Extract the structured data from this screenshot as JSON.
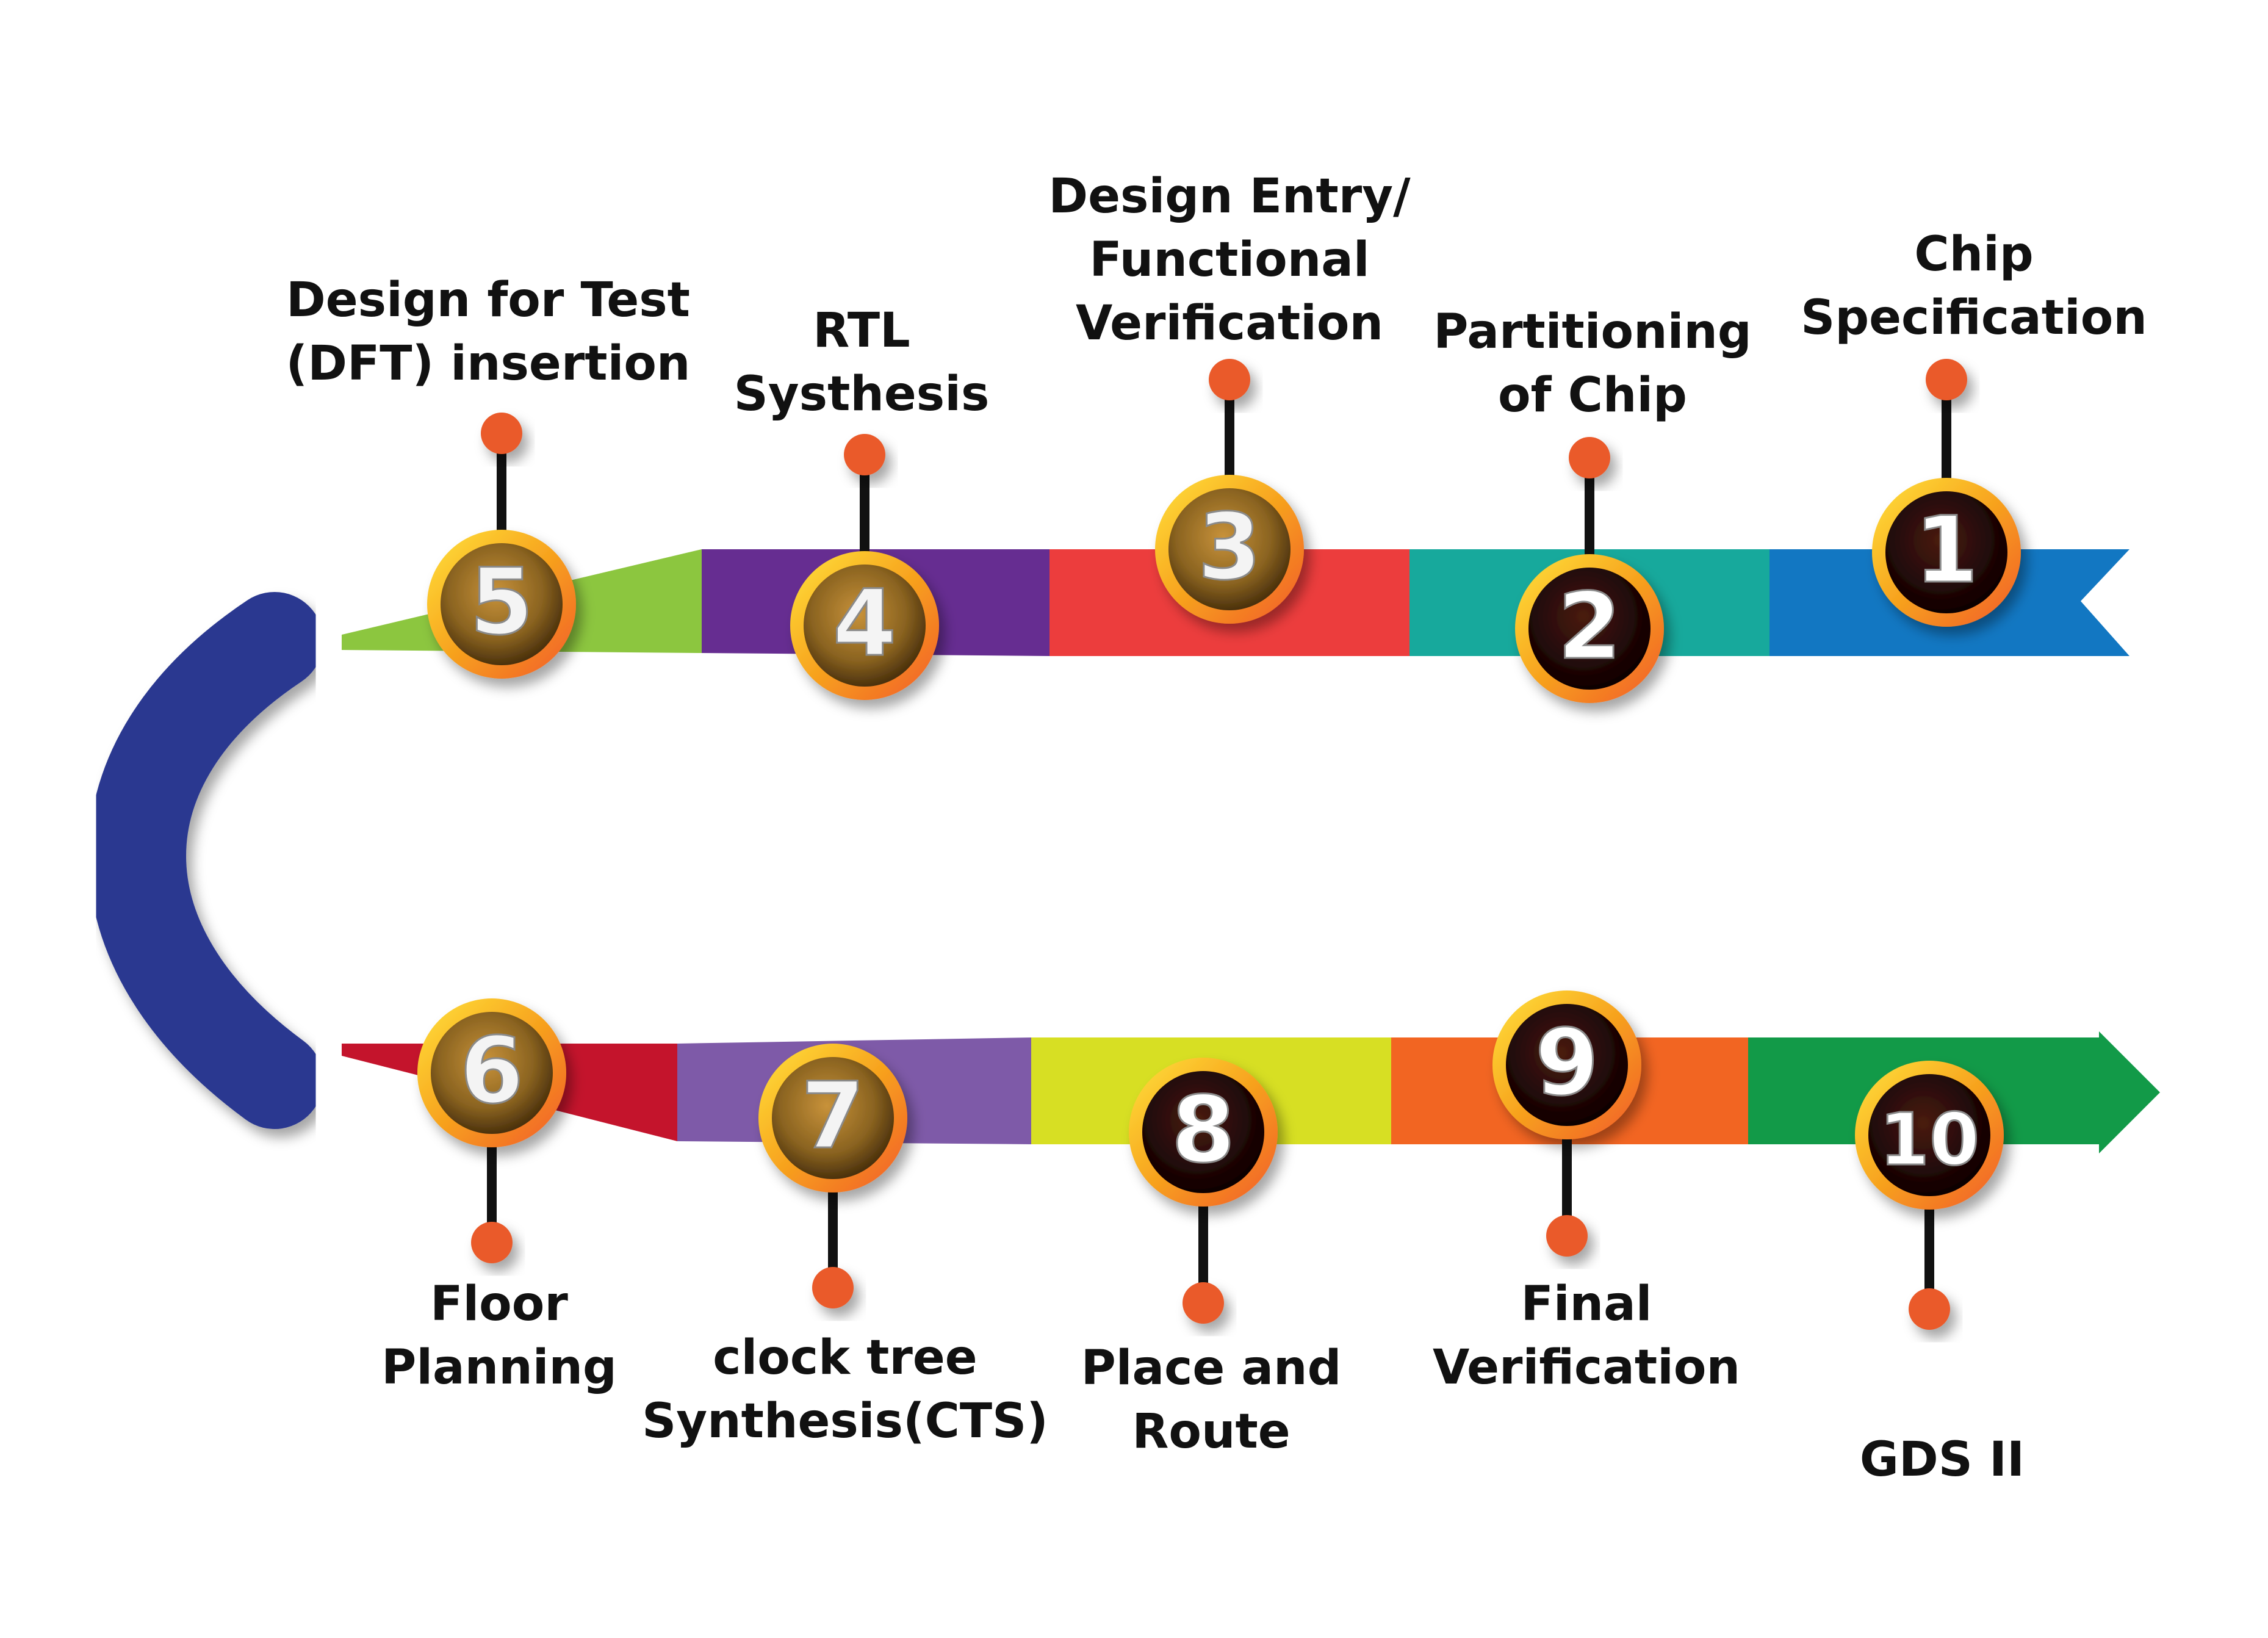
{
  "colors": {
    "curve": "#2b3990",
    "badge_fill_light": "#8a6320",
    "badge_fill_dark": "#1c0606",
    "ring_outer": "#f5a623",
    "ring_inner": "#ffd92e",
    "pin": "#111111",
    "pin_dot": "#ea5a2b"
  },
  "top_segments": [
    {
      "color": "#8cc63f"
    },
    {
      "color": "#662d91"
    },
    {
      "color": "#ec3d3d"
    },
    {
      "color": "#17a99c"
    },
    {
      "color": "#1277c2"
    }
  ],
  "bottom_segments": [
    {
      "color": "#c4142c"
    },
    {
      "color": "#7e5aa8"
    },
    {
      "color": "#d7df23"
    },
    {
      "color": "#f26522"
    },
    {
      "color": "#129a48"
    }
  ],
  "steps": [
    {
      "number": "1",
      "label": [
        "Chip",
        "Specification"
      ],
      "style": "dark"
    },
    {
      "number": "2",
      "label": [
        "Partitioning",
        "of Chip"
      ],
      "style": "dark"
    },
    {
      "number": "3",
      "label": [
        "Design Entry/",
        "Functional",
        "Verification"
      ],
      "style": "light"
    },
    {
      "number": "4",
      "label": [
        "RTL",
        "Systhesis"
      ],
      "style": "light"
    },
    {
      "number": "5",
      "label": [
        "Design for Test",
        "(DFT) insertion"
      ],
      "style": "light"
    },
    {
      "number": "6",
      "label": [
        "Floor",
        "Planning"
      ],
      "style": "light"
    },
    {
      "number": "7",
      "label": [
        "clock tree",
        "Synthesis(CTS)"
      ],
      "style": "light"
    },
    {
      "number": "8",
      "label": [
        "Place and",
        "Route"
      ],
      "style": "dark"
    },
    {
      "number": "9",
      "label": [
        "Final",
        "Verification"
      ],
      "style": "dark"
    },
    {
      "number": "10",
      "label": [
        "GDS II"
      ],
      "style": "dark"
    }
  ]
}
